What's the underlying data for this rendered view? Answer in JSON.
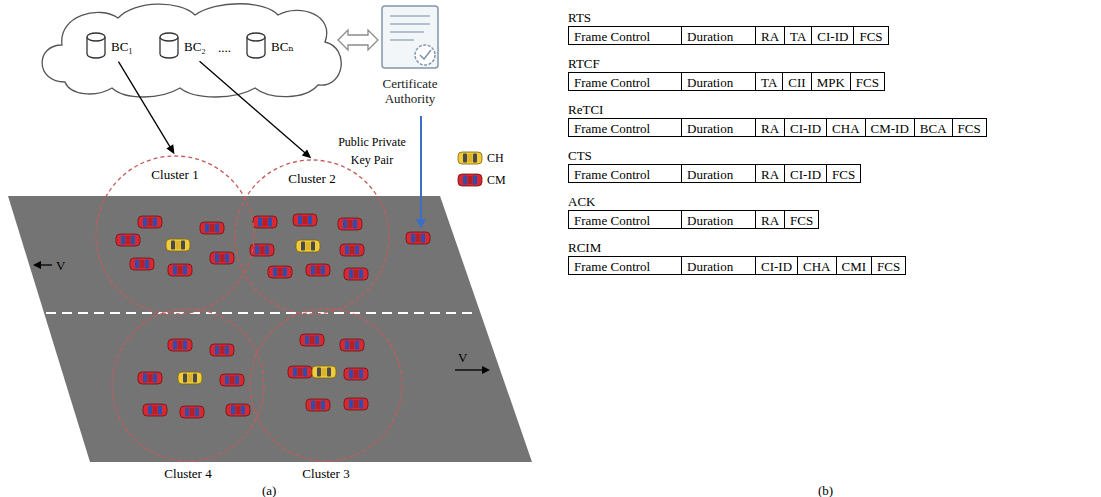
{
  "diagram": {
    "nodes": [
      {
        "text": [
          "BC₁"
        ]
      },
      {
        "text": [
          "BC₂"
        ]
      },
      {
        "text": [
          "BCₙ"
        ]
      },
      {
        "text": [
          "Certificate Authority"
        ]
      },
      {
        "text": [
          "Cluster 1"
        ]
      },
      {
        "text": [
          "Cluster 2"
        ]
      },
      {
        "text": [
          "Cluster 4"
        ]
      },
      {
        "text": [
          "Cluster 3"
        ]
      },
      {
        "text": [
          "RTS"
        ]
      },
      {
        "text": [
          "Frame Control"
        ],
        "in": 8
      },
      {
        "text": [
          "Duration"
        ],
        "in": 8
      },
      {
        "text": [
          "RA"
        ],
        "in": 8
      },
      {
        "text": [
          "TA"
        ],
        "in": 8
      },
      {
        "text": [
          "CI-ID"
        ],
        "in": 8
      },
      {
        "text": [
          "FCS"
        ],
        "in": 8
      },
      {
        "text": [
          "RTCF"
        ]
      },
      {
        "text": [
          "Frame Control"
        ],
        "in": 15
      },
      {
        "text": [
          "Duration"
        ],
        "in": 15
      },
      {
        "text": [
          "TA"
        ],
        "in": 15
      },
      {
        "text": [
          "CII"
        ],
        "in": 15
      },
      {
        "text": [
          "MPK"
        ],
        "in": 15
      },
      {
        "text": [
          "FCS"
        ],
        "in": 15
      },
      {
        "text": [
          "ReTCI"
        ]
      },
      {
        "text": [
          "Frame Control"
        ],
        "in": 22
      },
      {
        "text": [
          "Duration"
        ],
        "in": 22
      },
      {
        "text": [
          "RA"
        ],
        "in": 22
      },
      {
        "text": [
          "CI-ID"
        ],
        "in": 22
      },
      {
        "text": [
          "CHA"
        ],
        "in": 22
      },
      {
        "text": [
          "CM-ID"
        ],
        "in": 22
      },
      {
        "text": [
          "BCA"
        ],
        "in": 22
      },
      {
        "text": [
          "FCS"
        ],
        "in": 22
      },
      {
        "text": [
          "CTS"
        ]
      },
      {
        "text": [
          "Frame Control"
        ],
        "in": 31
      },
      {
        "text": [
          "Duration"
        ],
        "in": 31
      },
      {
        "text": [
          "RA"
        ],
        "in": 31
      },
      {
        "text": [
          "CI-ID"
        ],
        "in": 31
      },
      {
        "text": [
          "FCS"
        ],
        "in": 31
      },
      {
        "text": [
          "ACK"
        ]
      },
      {
        "text": [
          "Frame Control"
        ],
        "in": 37
      },
      {
        "text": [
          "Duration"
        ],
        "in": 37
      },
      {
        "text": [
          "RA"
        ],
        "in": 37
      },
      {
        "text": [
          "FCS"
        ],
        "in": 37
      },
      {
        "text": [
          "RCIM"
        ]
      },
      {
        "text": [
          "Frame Control"
        ],
        "in": 42
      },
      {
        "text": [
          "Duration"
        ],
        "in": 42
      },
      {
        "text": [
          "CI-ID"
        ],
        "in": 42
      },
      {
        "text": [
          "CHA"
        ],
        "in": 42
      },
      {
        "text": [
          "CMI"
        ],
        "in": 42
      },
      {
        "text": [
          "FCS"
        ],
        "in": 42
      }
    ],
    "edges": [
      {
        "from": 0,
        "to": 4,
        "arrow": "to"
      },
      {
        "from": 1,
        "to": 5,
        "arrow": "to"
      }
    ],
    "labels": [
      "....",
      "Public Private Key Pair",
      "V",
      "V",
      "(a)",
      "(b)"
    ],
    "legend": [
      {
        "text": "CH"
      },
      {
        "text": "CM"
      }
    ]
  }
}
